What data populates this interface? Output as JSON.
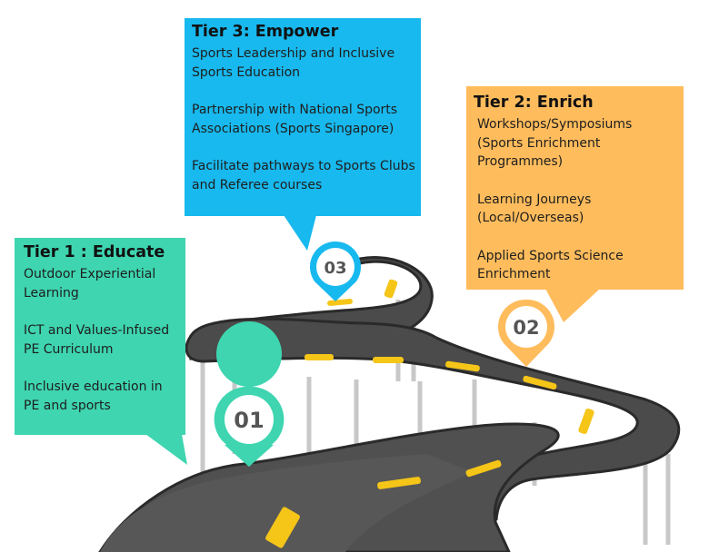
{
  "tiers": [
    {
      "title": "Tier 1 : Educate",
      "marker": "01",
      "items": [
        "Outdoor Experiential Learning",
        "ICT and Values-Infused PE Curriculum",
        "Inclusive education in PE and sports"
      ]
    },
    {
      "title": "Tier 2: Enrich",
      "marker": "02",
      "items": [
        "Workshops/Symposiums (Sports Enrichment Programmes)",
        "Learning Journeys (Local/Overseas)",
        "Applied Sports Science Enrichment"
      ]
    },
    {
      "title": "Tier 3: Empower",
      "marker": "03",
      "items": [
        "Sports Leadership and Inclusive Sports Education",
        "Partnership with National Sports Associations (Sports Singapore)",
        "Facilitate pathways to Sports Clubs and Referee courses"
      ]
    }
  ],
  "colors": {
    "tier1": "#3ed5b0",
    "tier2": "#ffbc5c",
    "tier3": "#18b9ee",
    "road": "#4b4b4b",
    "road_edge": "#2a2a2a",
    "lane_mark": "#f5c518"
  }
}
